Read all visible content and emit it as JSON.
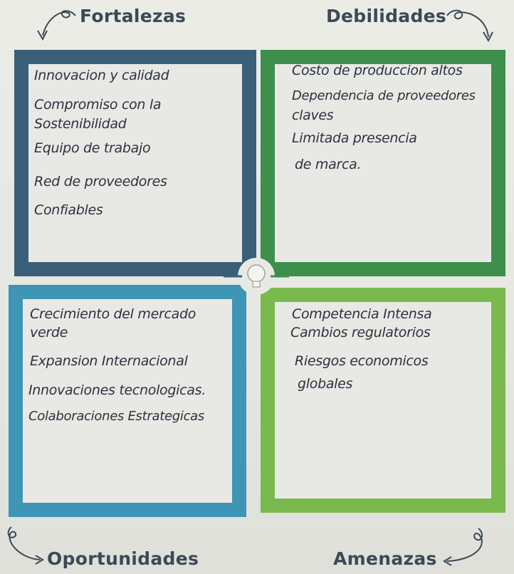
{
  "swot": {
    "strengths": {
      "title": "Fortalezas",
      "items": [
        "Innovacion y calidad",
        "Compromiso con la",
        "Sostenibilidad",
        "Equipo de trabajo",
        "Red de proveedores",
        "Confiables"
      ],
      "color": "#3a5f78"
    },
    "weaknesses": {
      "title": "Debilidades",
      "items": [
        "Costo de produccion altos",
        "Dependencia de proveedores",
        "claves",
        "Limitada presencia",
        "de marca."
      ],
      "color": "#3e8e4c"
    },
    "opportunities": {
      "title": "Oportunidades",
      "items": [
        "Crecimiento del mercado",
        "verde",
        "Expansion Internacional",
        "Innovaciones tecnologicas.",
        "Colaboraciones Estrategicas"
      ],
      "color": "#3e95b5"
    },
    "threats": {
      "title": "Amenazas",
      "items": [
        "Competencia Intensa",
        "Cambios regulatorios",
        "Riesgos economicos",
        "globales"
      ],
      "color": "#79b94e"
    }
  }
}
